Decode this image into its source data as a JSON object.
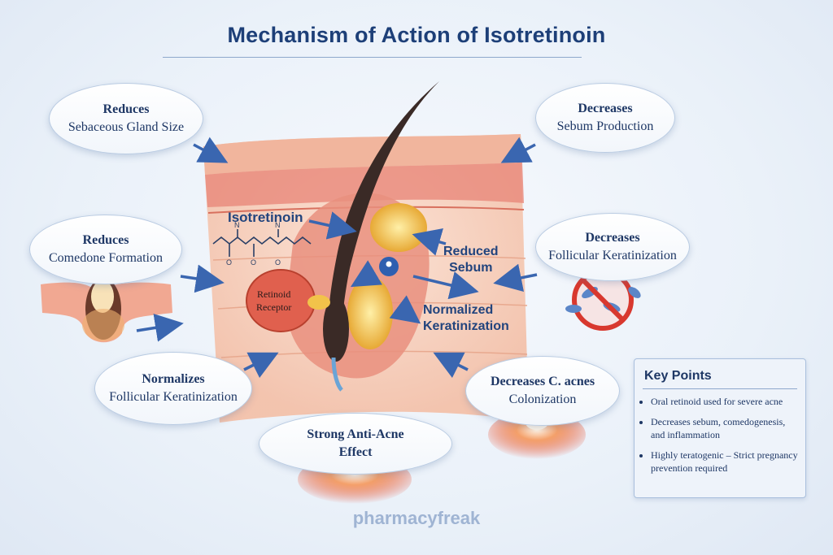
{
  "title": "Mechanism of Action of Isotretinoin",
  "bubbles": {
    "sebaceous": {
      "line1": "Reduces",
      "line2": "Sebaceous Gland Size"
    },
    "sebum": {
      "line1": "Decreases",
      "line2": "Sebum Production"
    },
    "comedone": {
      "line1": "Reduces",
      "line2": "Comedone Formation"
    },
    "keratinization_right": {
      "line1": "Decreases",
      "line2": "Follicular Keratinization"
    },
    "keratinization_left": {
      "line1": "Normalizes",
      "line2": "Follicular Keratinization"
    },
    "cacnes": {
      "line1": "Decreases C. acnes",
      "line2": "Colonization"
    },
    "anti_acne": {
      "line1": "Strong Anti-Acne",
      "line2": "Effect"
    }
  },
  "labels": {
    "drug": "Isotretinoin",
    "receptor_line1": "Retinoid",
    "receptor_line2": "Receptor",
    "reduced_line1": "Reduced",
    "reduced_line2": "Sebum",
    "normalized_line1": "Normalized",
    "normalized_line2": "Keratinization"
  },
  "key_points": {
    "title": "Key Points",
    "items": [
      "Oral retinoid used for severe acne",
      "Decreases sebum, comedogenesis, and inflammation",
      "Highly teratogenic – Strict pregnancy prevention required"
    ]
  },
  "footer": "pharmacyfreak",
  "colors": {
    "title": "#1d3f78",
    "arrow": "#3a66b0",
    "skin": "#f4c3ad",
    "hair": "#3a2a26",
    "gland": "#f2c34a",
    "receptor": "#e0604e",
    "inflammation": "#e0402e"
  }
}
